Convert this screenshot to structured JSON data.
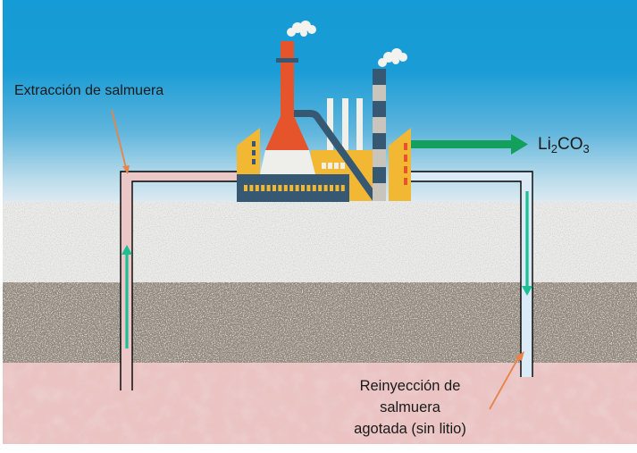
{
  "labels": {
    "extraction": "Extracción de salmuera",
    "product_base": "Li",
    "product_sub1": "2",
    "product_mid": "CO",
    "product_sub2": "3",
    "reinjection_line1": "Reinyección de",
    "reinjection_line2": "salmuera",
    "reinjection_line3": "agotada (sin litio)"
  },
  "layers": [
    {
      "name": "sky",
      "color": "#159bd5"
    },
    {
      "name": "white-salt-crust",
      "color": "#ededec"
    },
    {
      "name": "brown-sediment",
      "color": "#8f8578"
    },
    {
      "name": "pink-brine-aquifer",
      "color": "#ebc3c3"
    }
  ],
  "colors": {
    "flow_arrow": "#1fbf94",
    "product_arrow": "#12a05c",
    "pointer_arrow": "#e8834a",
    "extraction_pipe": "#ecc7c7",
    "reinjection_pipe": "#dbeaf7",
    "factory_yellow": "#f2b733",
    "factory_navy": "#365873",
    "factory_orange": "#e5542a",
    "factory_white": "#eeeeea"
  }
}
